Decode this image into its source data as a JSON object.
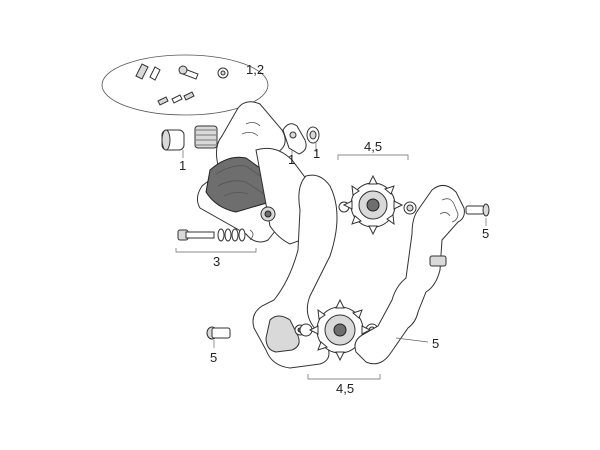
{
  "callouts": {
    "screws_group": "1,2",
    "bolt_left": "1",
    "washer_top_a": "1",
    "washer_top_b": "1",
    "upper_pulley": "4,5",
    "lower_pulley": "4,5",
    "b_screw_set": "3",
    "small_screw_left": "5",
    "pin_right": "5",
    "cage_plate": "5"
  },
  "colors": {
    "line": "#333333",
    "fill_light": "#d9d9d9",
    "fill_dark": "#6e6e6e"
  }
}
